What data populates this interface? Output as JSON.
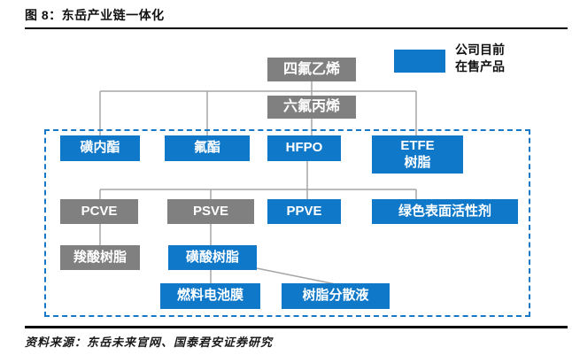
{
  "header": {
    "title": "图 8：东岳产业链一体化"
  },
  "legend": {
    "label": "公司目前\n在售产品",
    "swatch_color": "#0f78c8"
  },
  "footer": {
    "source": "资料来源：东岳未来官网、国泰君安证券研究"
  },
  "colors": {
    "on_sale_blue": "#0f78c8",
    "intermediate_gray": "#808080",
    "connector_gray": "#a6a6a6",
    "dashed_border_blue": "#1778c8",
    "rule_black": "#000000"
  },
  "diagram": {
    "nodes": [
      {
        "id": "tfe",
        "label": "四氟乙烯",
        "status": "intermediate"
      },
      {
        "id": "hfp",
        "label": "六氟丙烯",
        "status": "intermediate"
      },
      {
        "id": "sultone",
        "label": "磺内酯",
        "status": "on_sale"
      },
      {
        "id": "fluoroester",
        "label": "氟酯",
        "status": "on_sale"
      },
      {
        "id": "hfpo",
        "label": "HFPO",
        "status": "on_sale"
      },
      {
        "id": "etfe-resin",
        "label": "ETFE\n树脂",
        "status": "on_sale"
      },
      {
        "id": "pcve",
        "label": "PCVE",
        "status": "intermediate"
      },
      {
        "id": "psve",
        "label": "PSVE",
        "status": "intermediate"
      },
      {
        "id": "ppve",
        "label": "PPVE",
        "status": "on_sale"
      },
      {
        "id": "green-surfactant",
        "label": "绿色表面活性剂",
        "status": "on_sale"
      },
      {
        "id": "carboxylic-resin",
        "label": "羧酸树脂",
        "status": "intermediate"
      },
      {
        "id": "sulfonic-resin",
        "label": "磺酸树脂",
        "status": "on_sale"
      },
      {
        "id": "fuel-cell-membrane",
        "label": "燃料电池膜",
        "status": "on_sale"
      },
      {
        "id": "resin-dispersion",
        "label": "树脂分散液",
        "status": "on_sale"
      }
    ],
    "edges": [
      [
        "tfe",
        "hfp"
      ],
      [
        "tfe",
        "sultone"
      ],
      [
        "tfe",
        "fluoroester"
      ],
      [
        "tfe",
        "etfe-resin"
      ],
      [
        "hfp",
        "hfpo"
      ],
      [
        "hfpo",
        "pcve"
      ],
      [
        "hfpo",
        "psve"
      ],
      [
        "hfpo",
        "ppve"
      ],
      [
        "hfpo",
        "green-surfactant"
      ],
      [
        "pcve",
        "carboxylic-resin"
      ],
      [
        "psve",
        "sulfonic-resin"
      ],
      [
        "sulfonic-resin",
        "fuel-cell-membrane"
      ],
      [
        "sulfonic-resin",
        "resin-dispersion"
      ]
    ]
  }
}
